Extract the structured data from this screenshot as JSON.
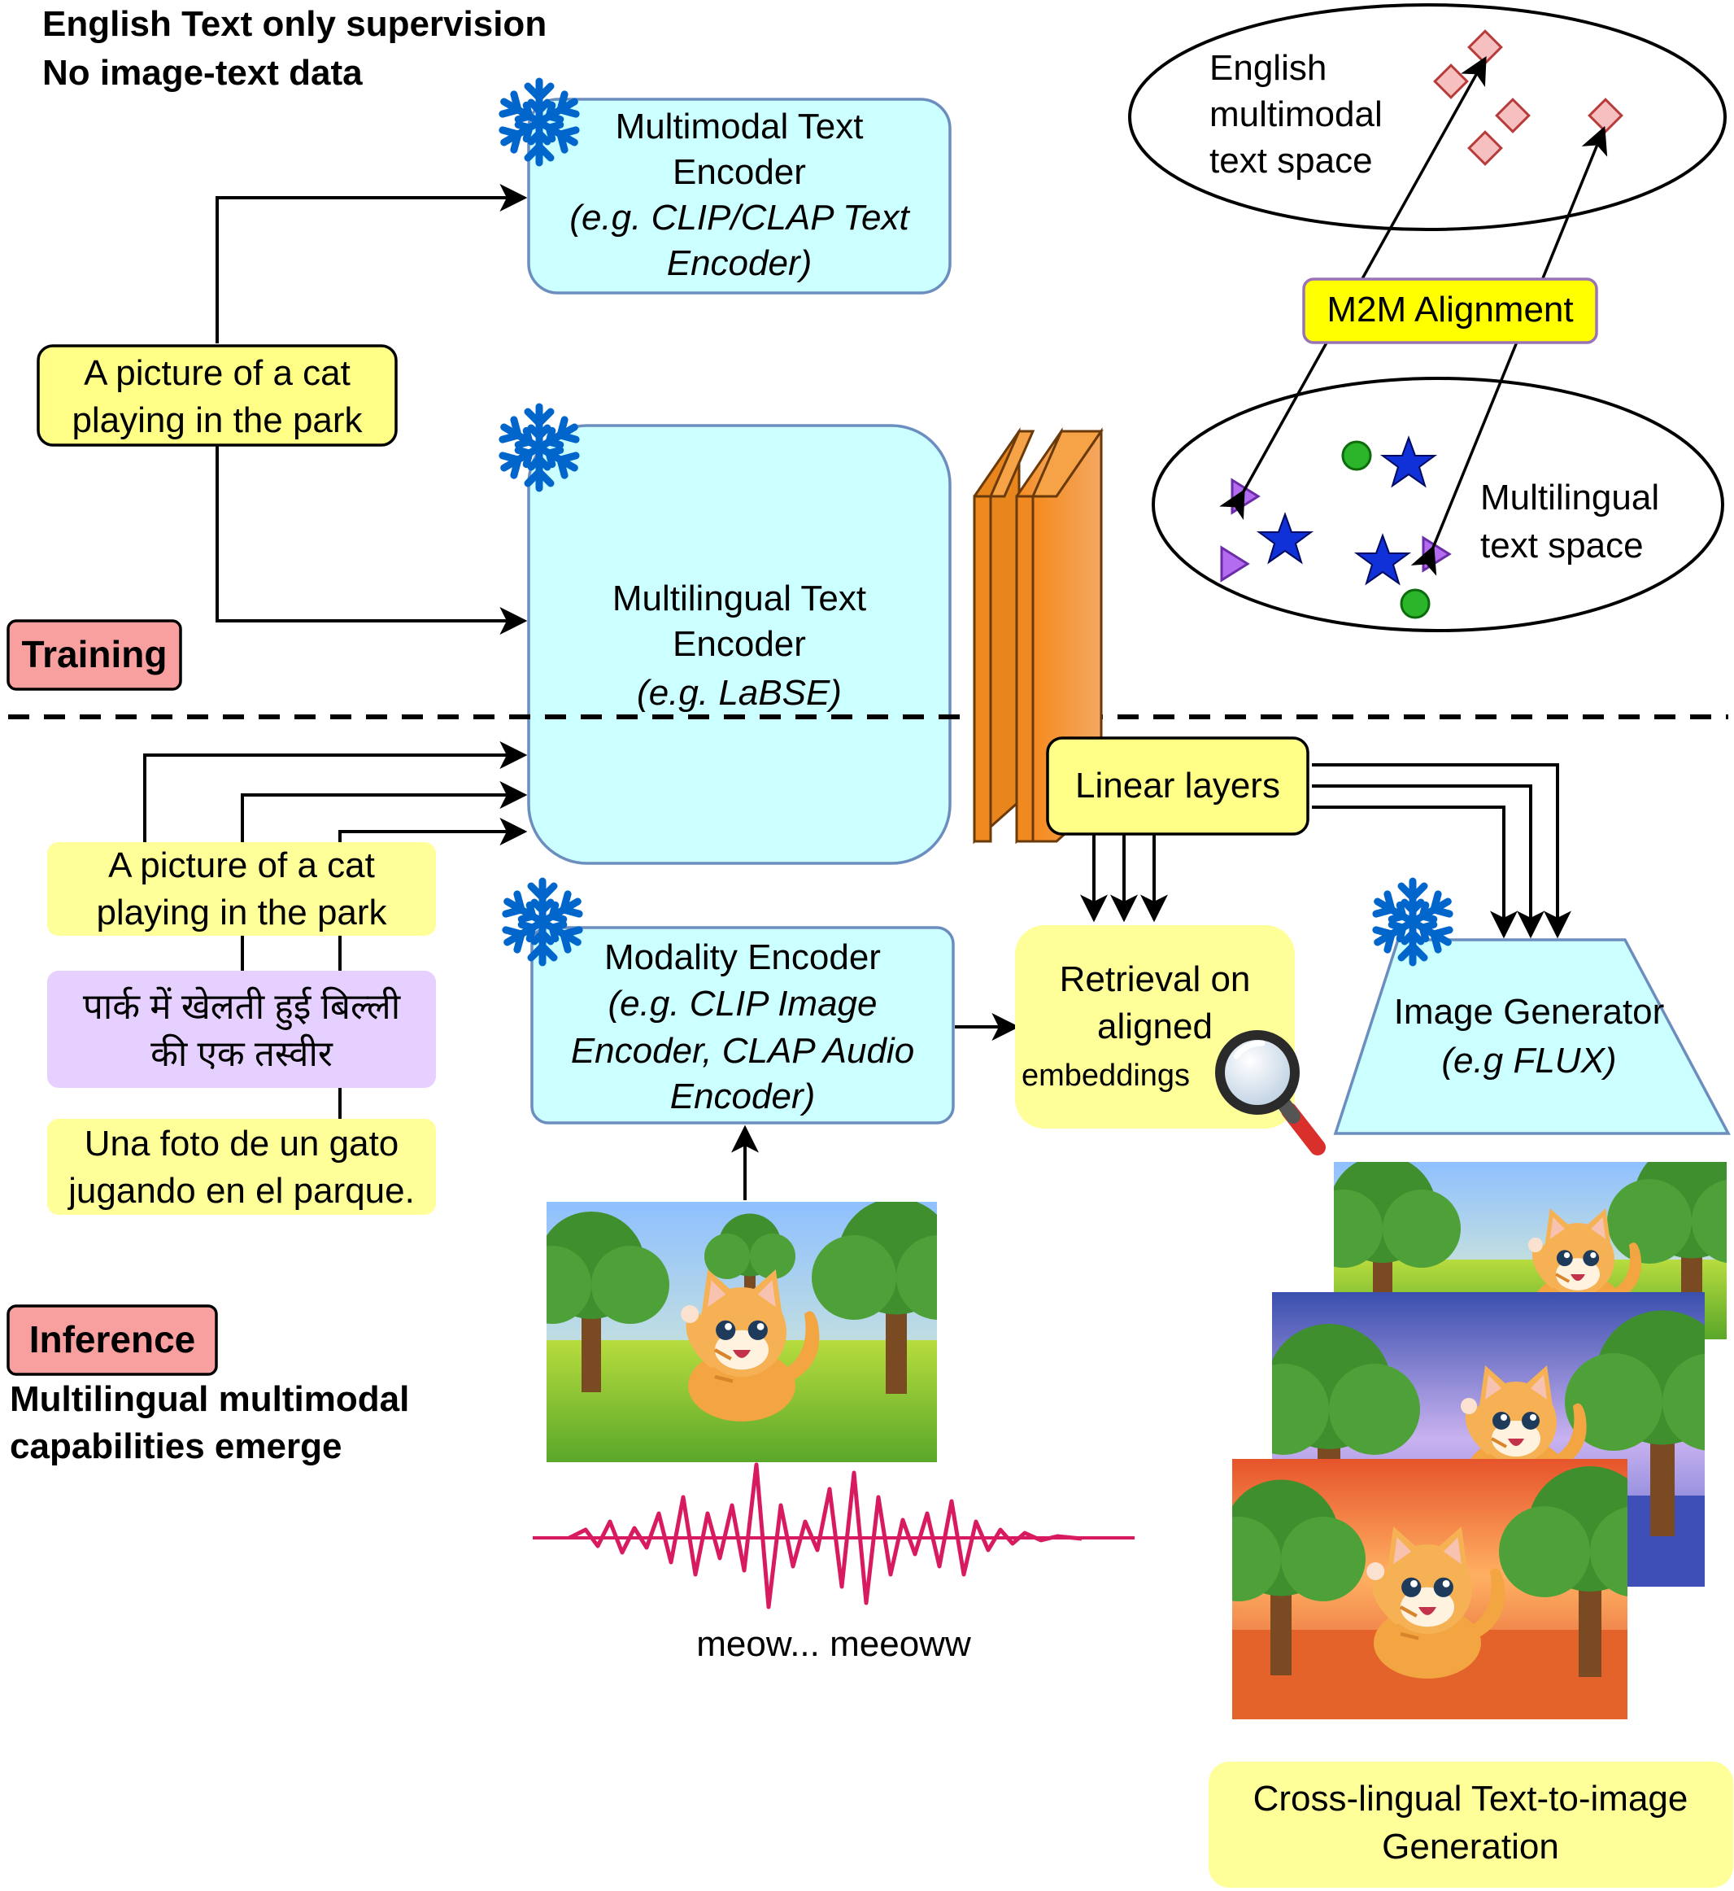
{
  "header": {
    "line1": "English Text only supervision",
    "line2": "No image-text data"
  },
  "multimodal_encoder": {
    "line1": "Multimodal Text",
    "line2": "Encoder",
    "line3": "(e.g. CLIP/CLAP Text",
    "line4": "Encoder)"
  },
  "training_caption": {
    "line1": "A picture of a cat",
    "line2": "playing in the park"
  },
  "multilingual_encoder": {
    "line1": "Multilingual Text",
    "line2": "Encoder",
    "line3": "(e.g. LaBSE)"
  },
  "badges": {
    "training": "Training",
    "inference": "Inference"
  },
  "spaces": {
    "english": [
      "English",
      "multimodal",
      "text space"
    ],
    "multilingual": [
      "Multilingual",
      "text space"
    ]
  },
  "alignment_label": "M2M Alignment",
  "linear_layers": "Linear layers",
  "inference_captions": {
    "english": [
      "A picture of a cat",
      "playing in the park"
    ],
    "hindi": [
      "पार्क में खेलती हुई बिल्ली",
      "की एक तस्वीर"
    ],
    "spanish": [
      "Una foto de un gato",
      "jugando en el parque."
    ]
  },
  "modality_encoder": {
    "line1": "Modality Encoder",
    "line2": "(e.g. CLIP Image",
    "line3": "Encoder, CLAP Audio",
    "line4": "Encoder)"
  },
  "retrieval": {
    "line1": "Retrieval on",
    "line2": "aligned",
    "line3": "embeddings"
  },
  "image_generator": {
    "line1": "Image Generator",
    "line2": "(e.g FLUX)"
  },
  "inference_footer": {
    "line1": "Multilingual multimodal",
    "line2": "capabilities emerge"
  },
  "audio_caption": "meow... meeoww",
  "output_caption": {
    "line1": "Cross-lingual Text-to-image",
    "line2": "Generation"
  },
  "icons": [
    "snowflake-icon",
    "magnifier-icon"
  ],
  "colors": {
    "encoder_fill": "#ccffff",
    "encoder_stroke": "#6c8ebf",
    "note_fill": "#ffff88",
    "badge_fill": "#f8a0a0",
    "hindi_fill": "#e5d0ff",
    "alignment_fill": "#ffff00",
    "layer_orange": "#f6a348",
    "snowflake": "#0066cc"
  }
}
